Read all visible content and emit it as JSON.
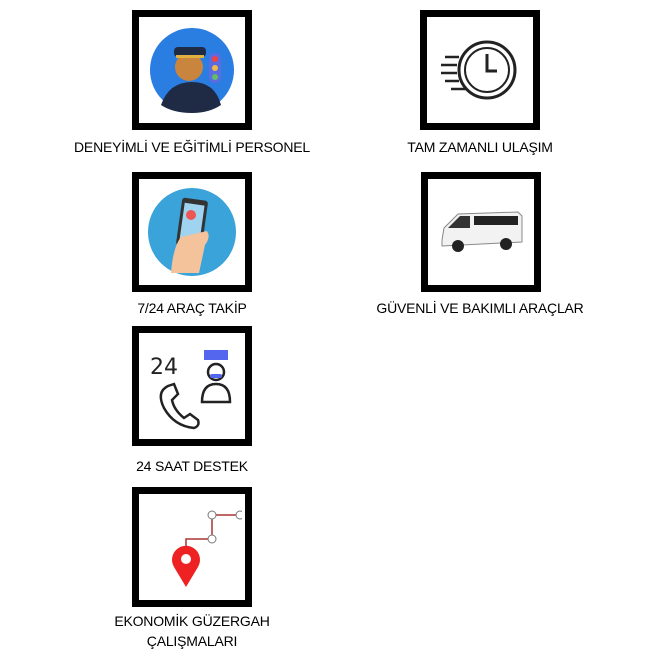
{
  "features": [
    {
      "label": "DENEYİMLİ VE EĞİTİMLİ PERSONEL",
      "icon": "chauffeur-icon"
    },
    {
      "label": "TAM ZAMANLI ULAŞIM",
      "icon": "clock-icon"
    },
    {
      "label": "7/24 ARAÇ TAKİP",
      "icon": "phone-map-icon"
    },
    {
      "label": "GÜVENLİ VE BAKIMLI ARAÇLAR",
      "icon": "minibus-icon"
    },
    {
      "label": "24 SAAT DESTEK",
      "icon": "support-icon",
      "badge": "24"
    },
    {
      "label_line1": "EKONOMİK GÜZERGAH",
      "label_line2": "ÇALIŞMALARI",
      "icon": "route-pin-icon"
    }
  ]
}
